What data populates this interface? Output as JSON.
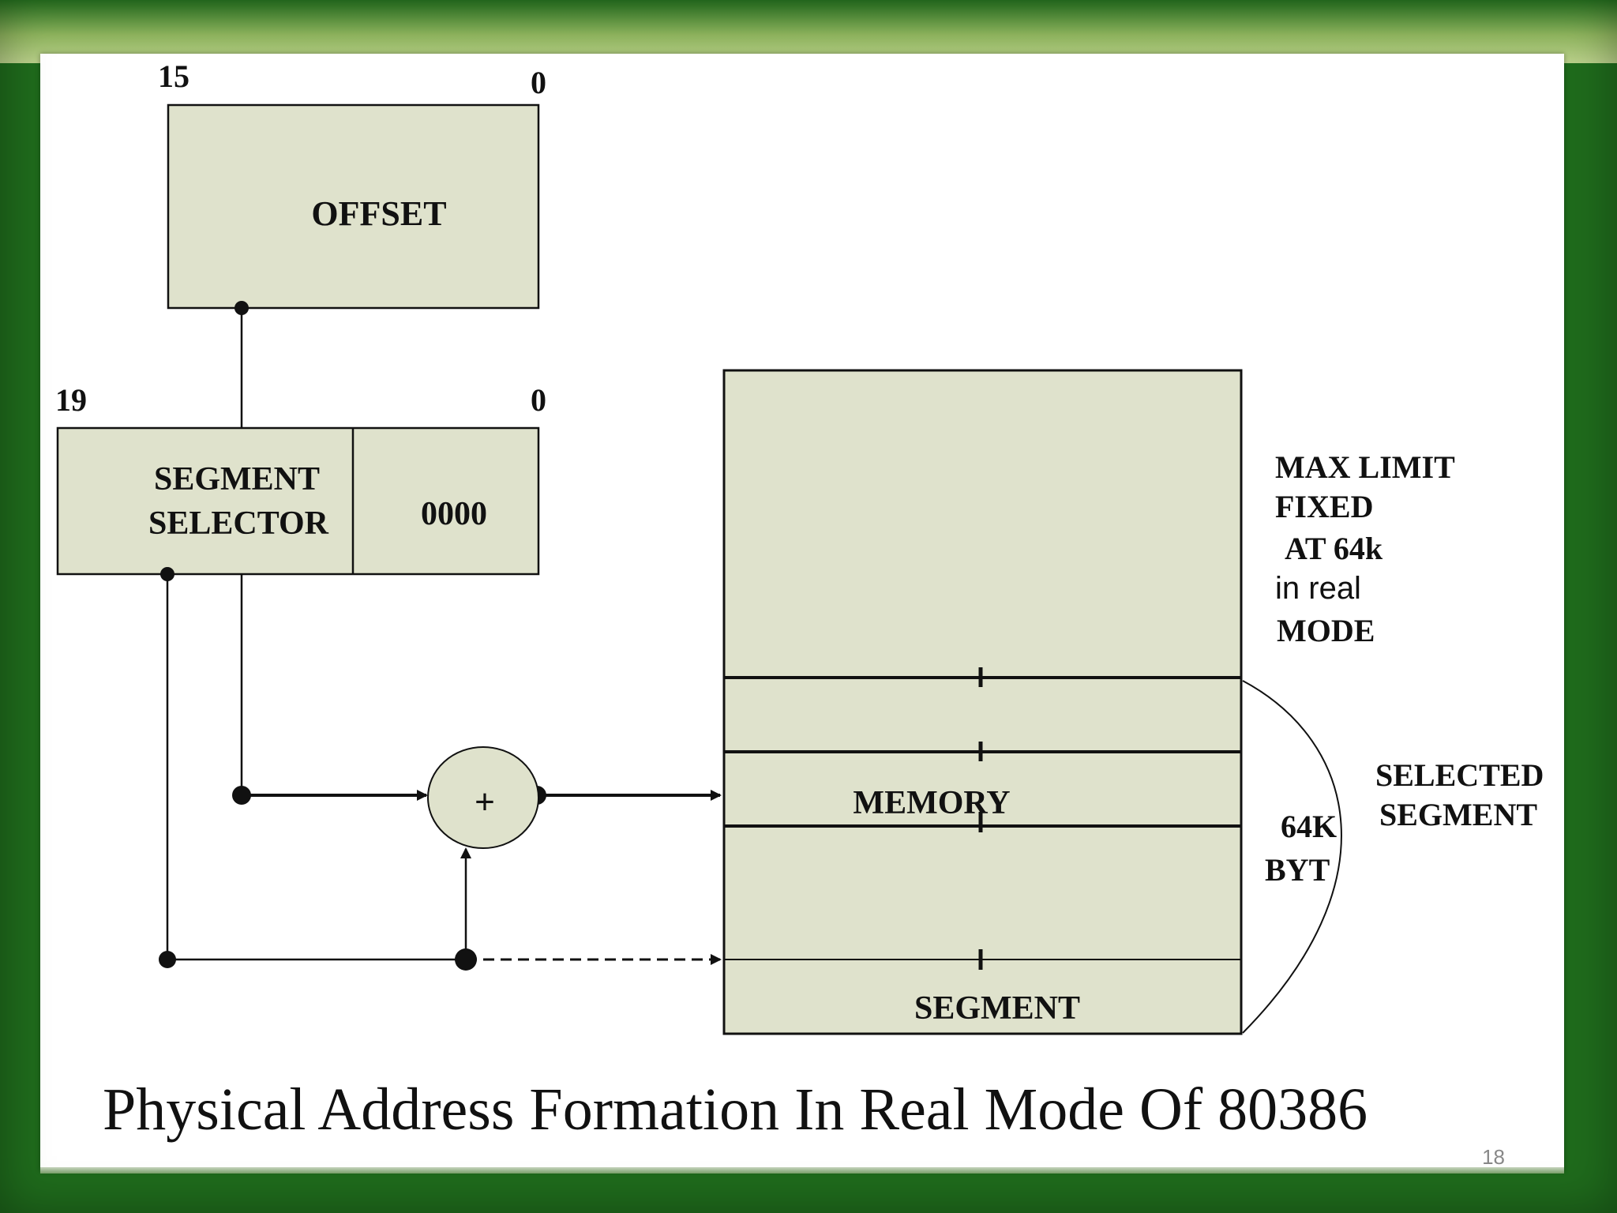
{
  "diagram": {
    "offset": {
      "label": "OFFSET",
      "bit_high": "15",
      "bit_low": "0"
    },
    "segment_register": {
      "label_line1": "SEGMENT",
      "label_line2": "SELECTOR",
      "zeros": "0000",
      "bit_high": "19",
      "bit_low": "0"
    },
    "adder_symbol": "+",
    "memory": {
      "label": "MEMORY",
      "segment_label": "SEGMENT",
      "limit_note": [
        "MAX LIMIT",
        "FIXED",
        "AT 64k",
        "in real",
        "MODE"
      ],
      "size_note": [
        "64K",
        "BYT"
      ],
      "selected_note": [
        "SELECTED",
        "SEGMENT"
      ]
    },
    "caption": "Physical Address Formation In Real Mode Of 80386"
  },
  "slide_number": "18",
  "colors": {
    "frame_green": "#1f6b1c",
    "box_fill": "#dfe2cc",
    "line": "#111111"
  }
}
